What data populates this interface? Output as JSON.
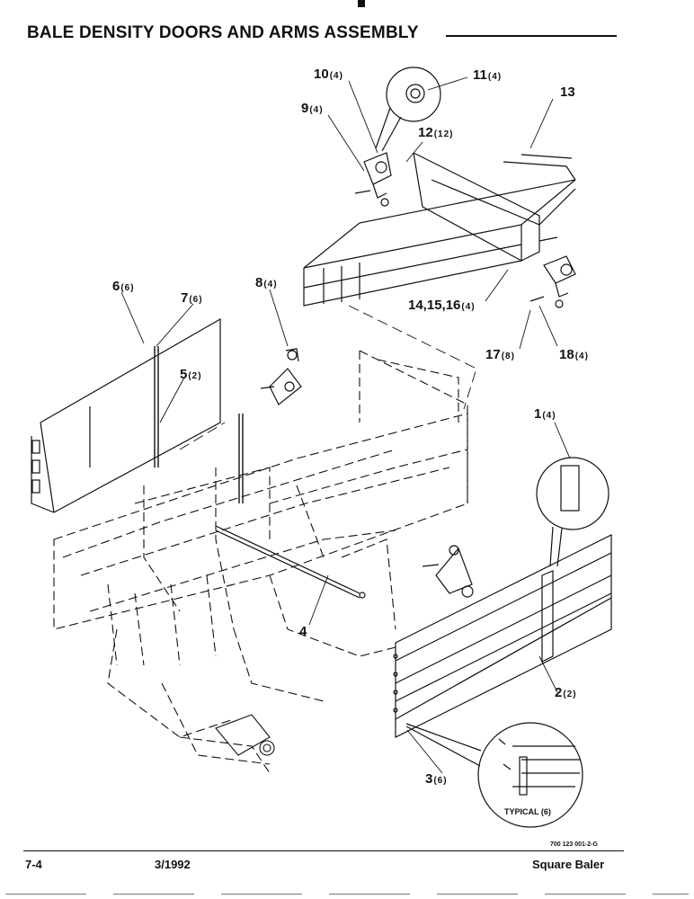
{
  "header": {
    "title": "BALE DENSITY DOORS AND ARMS ASSEMBLY"
  },
  "callouts": [
    {
      "num": "10",
      "qty": "(4)"
    },
    {
      "num": "11",
      "qty": "(4)"
    },
    {
      "num": "13",
      "qty": ""
    },
    {
      "num": "9",
      "qty": "(4)"
    },
    {
      "num": "12",
      "qty": "(12)"
    },
    {
      "num": "6",
      "qty": "(6)"
    },
    {
      "num": "7",
      "qty": "(6)"
    },
    {
      "num": "8",
      "qty": "(4)"
    },
    {
      "num": "14,15,16",
      "qty": "(4)"
    },
    {
      "num": "17",
      "qty": "(8)"
    },
    {
      "num": "18",
      "qty": "(4)"
    },
    {
      "num": "5",
      "qty": "(2)"
    },
    {
      "num": "1",
      "qty": "(4)"
    },
    {
      "num": "4",
      "qty": ""
    },
    {
      "num": "2",
      "qty": "(2)"
    },
    {
      "num": "3",
      "qty": "(6)"
    }
  ],
  "detail_label": "TYPICAL (6)",
  "figure_code": "700 123 001-2-G",
  "footer": {
    "page": "7-4",
    "date": "3/1992",
    "product": "Square Baler"
  }
}
